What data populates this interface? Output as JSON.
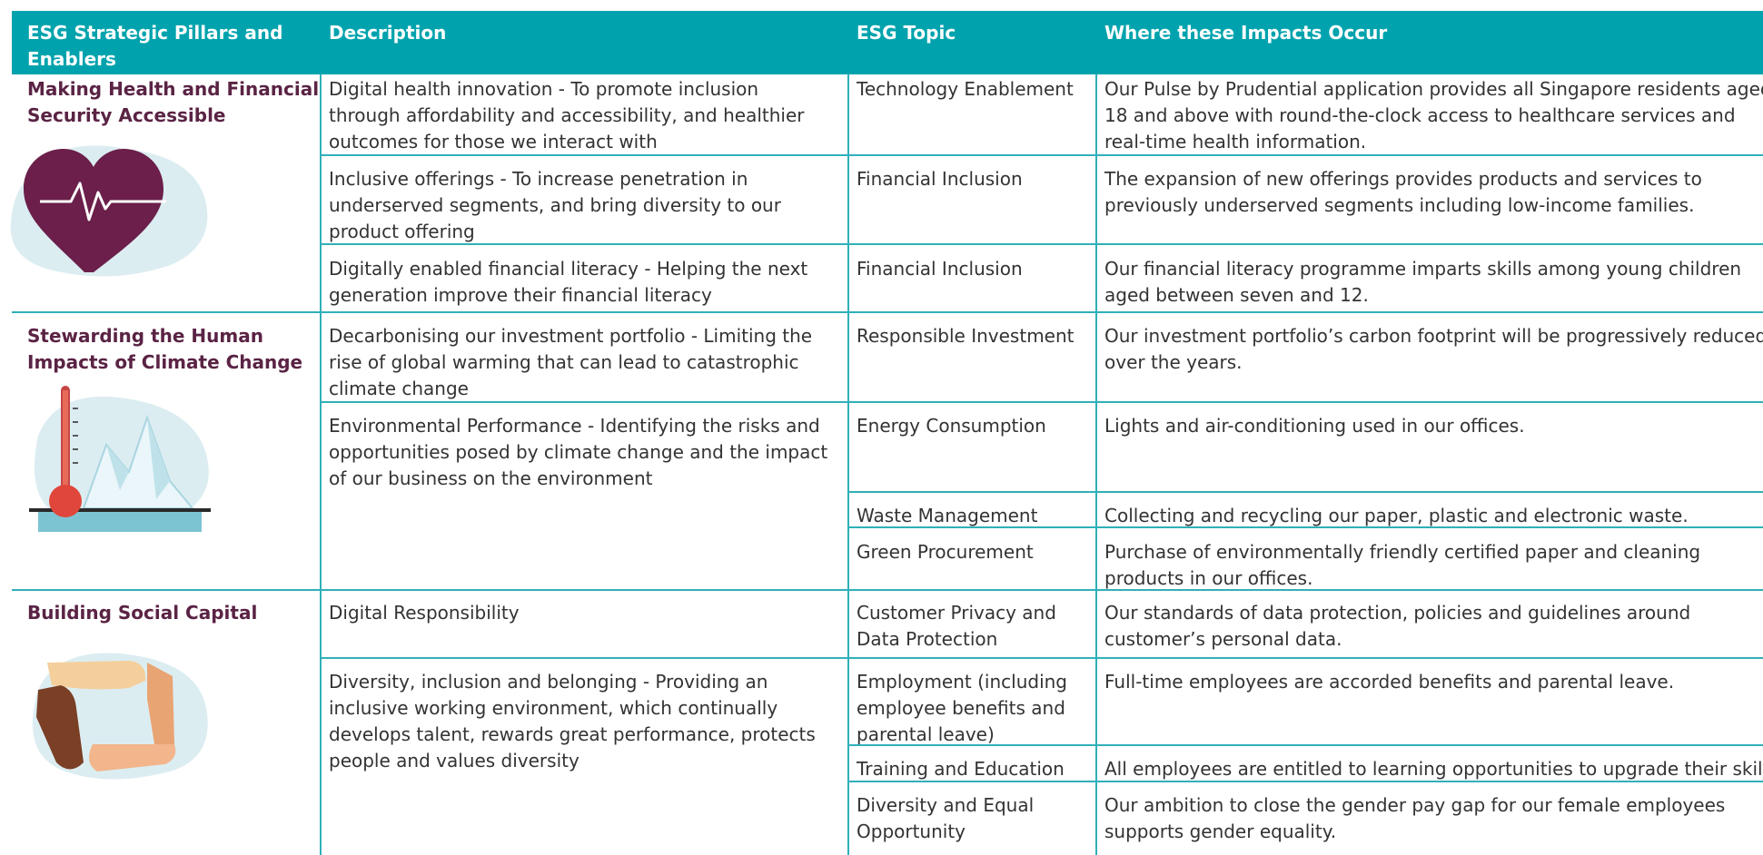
{
  "table": {
    "headers": [
      "ESG Strategic Pillars and\nEnablers",
      "Description",
      "ESG Topic",
      "Where these Impacts Occur"
    ],
    "pillars": [
      {
        "title": "Making Health and Financial\nSecurity Accessible",
        "icon": "heart-pulse-icon"
      },
      {
        "title": "Stewarding the Human\nImpacts of Climate Change",
        "icon": "thermometer-iceberg-icon"
      },
      {
        "title": "Building Social Capital",
        "icon": "joined-hands-icon"
      }
    ],
    "descriptions": [
      [
        "Digital health innovation - To promote inclusion",
        "through affordability and accessibility, and healthier",
        "outcomes for those we interact with"
      ],
      [
        "Inclusive offerings - To increase penetration in",
        "underserved segments, and bring diversity to our",
        "product offering"
      ],
      [
        "Digitally enabled financial literacy - Helping the next",
        "generation improve their financial literacy"
      ],
      [
        "Decarbonising our investment portfolio - Limiting the",
        "rise of global warming that can lead to catastrophic",
        "climate change"
      ],
      [
        "Environmental Performance - Identifying the risks and",
        "opportunities posed by climate change and the impact",
        "of our business on the environment"
      ],
      [
        "Digital Responsibility"
      ],
      [
        "Diversity, inclusion and belonging - Providing an",
        "inclusive working environment, which continually",
        "develops talent, rewards great performance, protects",
        "people and values diversity"
      ]
    ],
    "topics": [
      [
        "Technology Enablement"
      ],
      [
        "Financial Inclusion"
      ],
      [
        "Financial Inclusion"
      ],
      [
        "Responsible Investment"
      ],
      [
        "Energy Consumption"
      ],
      [
        "Waste Management"
      ],
      [
        "Green Procurement"
      ],
      [
        "Customer Privacy and",
        "Data Protection"
      ],
      [
        "Employment (including",
        "employee benefits and",
        "parental leave)"
      ],
      [
        "Training and Education"
      ],
      [
        "Diversity and Equal",
        "Opportunity"
      ]
    ],
    "impacts": [
      [
        "Our Pulse by Prudential application provides all Singapore residents aged",
        "18 and above with round-the-clock access to healthcare services and",
        "real-time health information."
      ],
      [
        "The expansion of new offerings provides products and services to",
        "previously underserved segments including low-income families."
      ],
      [
        "Our financial literacy programme imparts skills among young children",
        "aged between seven and 12."
      ],
      [
        "Our investment portfolio’s carbon footprint will be progressively reduced",
        "over the years."
      ],
      [
        "Lights and air-conditioning used in our offices."
      ],
      [
        "Collecting and recycling our paper, plastic and electronic waste."
      ],
      [
        "Purchase of environmentally friendly certified paper and cleaning",
        "products in our offices."
      ],
      [
        "Our standards of data protection, policies and guidelines around",
        "customer’s personal data."
      ],
      [
        "Full-time employees are accorded benefits and parental leave."
      ],
      [
        "All employees are entitled to learning opportunities to upgrade their skills."
      ],
      [
        "Our ambition to close the gender pay gap for our female employees",
        "supports gender equality."
      ]
    ]
  },
  "colors": {
    "header_bg": "#00a3ad",
    "grid": "#2fb0b9",
    "pillar_text": "#5a2344",
    "heart": "#6b1f4a",
    "blob": "#dcedf1"
  }
}
